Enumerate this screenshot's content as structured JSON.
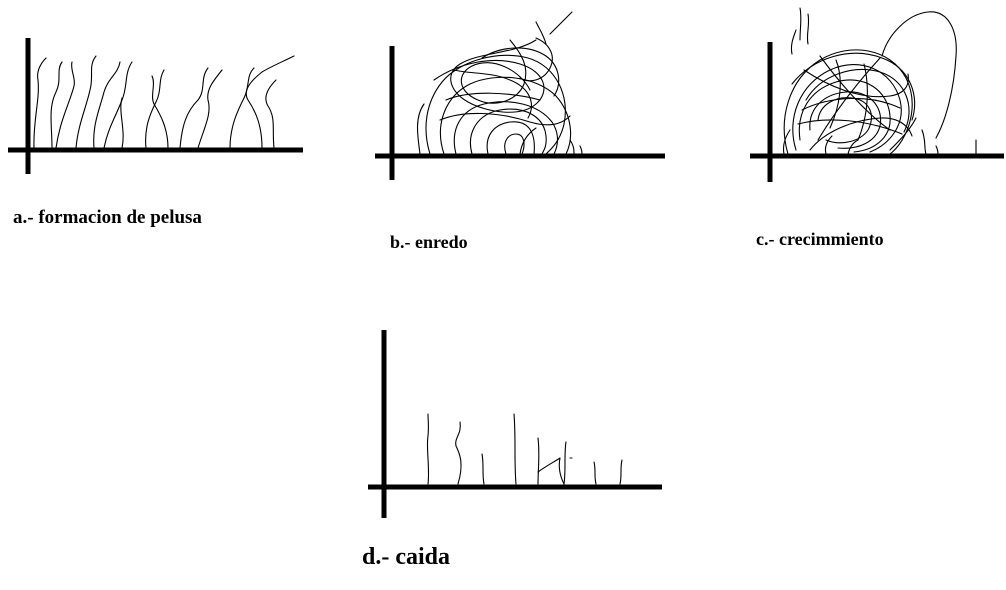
{
  "panels": {
    "a": {
      "caption": "a.- formacion de pelusa"
    },
    "b": {
      "caption": "b.- enredo"
    },
    "c": {
      "caption": "c.- crecimmiento"
    },
    "d": {
      "caption": "d.- caida"
    }
  }
}
